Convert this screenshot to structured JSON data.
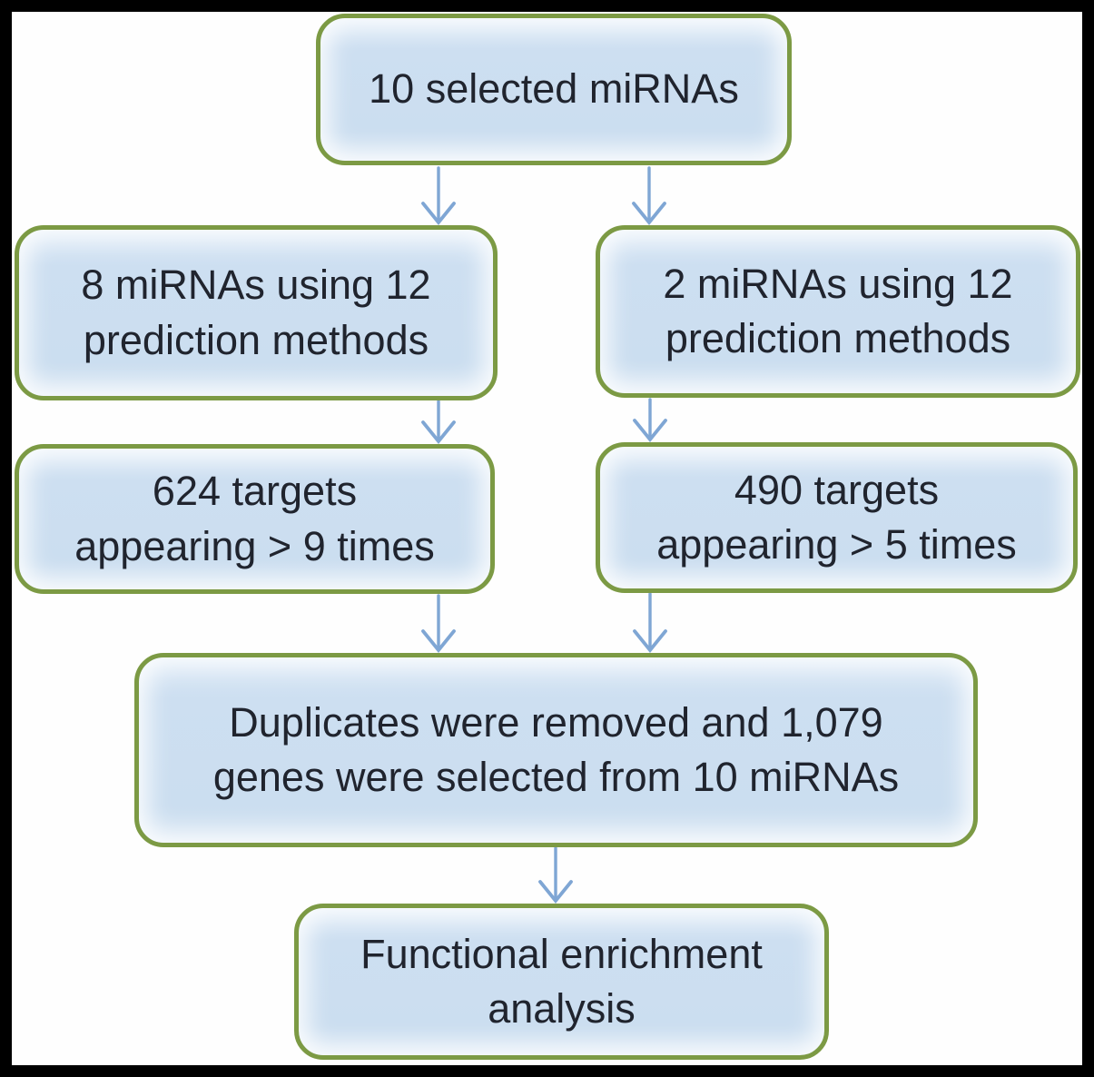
{
  "figure": {
    "type": "flowchart",
    "colors": {
      "frame_bg": "#000000",
      "canvas_bg": "#fefefe",
      "box_border": "#7c9a44",
      "box_fill": "#cbdef0",
      "arrow": "#7fa6d4",
      "text": "#20242e"
    }
  },
  "flowchart": {
    "nodes": [
      {
        "id": "selected-mirnas",
        "label": "10 selected miRNAs"
      },
      {
        "id": "mirnas-8",
        "label": "8 miRNAs using 12\nprediction methods"
      },
      {
        "id": "mirnas-2",
        "label": "2 miRNAs using 12\nprediction methods"
      },
      {
        "id": "targets-624",
        "label": "624 targets\nappearing > 9 times"
      },
      {
        "id": "targets-490",
        "label": "490 targets\nappearing > 5 times"
      },
      {
        "id": "duplicates-removed",
        "label": "Duplicates were removed and 1,079\ngenes were selected from 10 miRNAs"
      },
      {
        "id": "functional-enrichment",
        "label": "Functional enrichment\nanalysis"
      }
    ],
    "edges": [
      {
        "from": "selected-mirnas",
        "to": "mirnas-8"
      },
      {
        "from": "selected-mirnas",
        "to": "mirnas-2"
      },
      {
        "from": "mirnas-8",
        "to": "targets-624"
      },
      {
        "from": "mirnas-2",
        "to": "targets-490"
      },
      {
        "from": "targets-624",
        "to": "duplicates-removed"
      },
      {
        "from": "targets-490",
        "to": "duplicates-removed"
      },
      {
        "from": "duplicates-removed",
        "to": "functional-enrichment"
      }
    ]
  }
}
